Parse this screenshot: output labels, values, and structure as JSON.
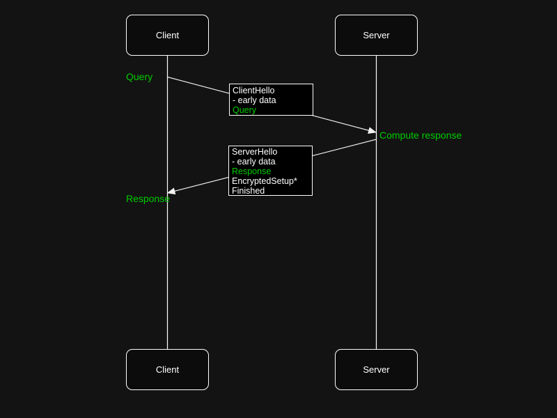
{
  "colors": {
    "background": "#131313",
    "actor_fill": "#0c0c0c",
    "box_fill": "#000000",
    "stroke": "#ffffff",
    "text": "#ffffff",
    "accent_green": "#00cc00"
  },
  "actors": {
    "client": "Client",
    "server": "Server"
  },
  "annotations": {
    "query": "Query",
    "compute_response": "Compute response",
    "response": "Response"
  },
  "message_boxes": [
    {
      "lines": [
        {
          "text": "ClientHello",
          "green": false
        },
        {
          "text": "- early data",
          "green": false
        },
        {
          "text": "Query",
          "green": true
        }
      ]
    },
    {
      "lines": [
        {
          "text": "ServerHello",
          "green": false
        },
        {
          "text": "- early data",
          "green": false
        },
        {
          "text": "Response",
          "green": true
        },
        {
          "text": "EncryptedSetup*",
          "green": false
        },
        {
          "text": "Finished",
          "green": false
        }
      ]
    }
  ]
}
